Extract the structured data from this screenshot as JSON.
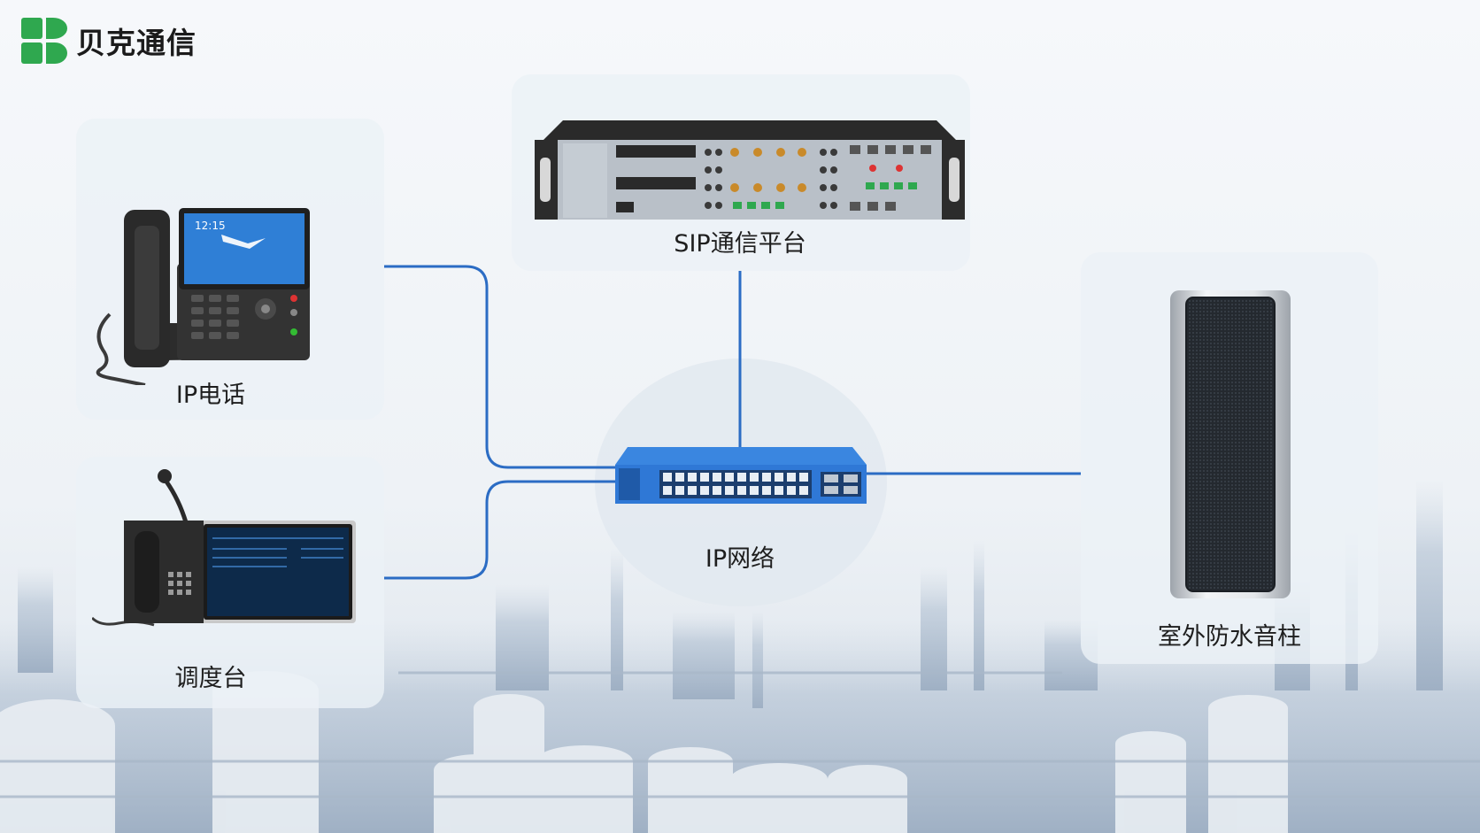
{
  "brand": {
    "name": "贝克通信",
    "logo_icon": "brand-logo-icon",
    "color": "#2fa84f"
  },
  "nodes": {
    "ip_phone": {
      "label": "IP电话",
      "icon": "ip-phone-icon",
      "screen_time": "12:15"
    },
    "dispatch": {
      "label": "调度台",
      "icon": "dispatch-console-icon"
    },
    "sip": {
      "label": "SIP通信平台",
      "icon": "server-rack-icon"
    },
    "network": {
      "label": "IP网络",
      "icon": "network-switch-icon"
    },
    "speaker": {
      "label": "室外防水音柱",
      "icon": "column-speaker-icon"
    }
  },
  "colors": {
    "link": "#2b6cc4",
    "switch": "#2f78d6"
  }
}
